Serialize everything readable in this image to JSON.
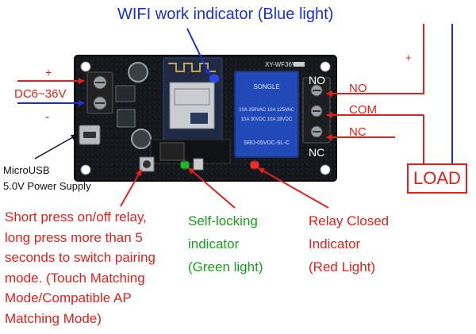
{
  "title": "WIFI work indicator (Blue light)",
  "power": {
    "plus": "+",
    "voltage": "DC6~36V",
    "minus": "-"
  },
  "usb": {
    "line1": "MicroUSB",
    "line2": "5.0V Power Supply"
  },
  "board": {
    "model": "XY-WF36V",
    "relay_lines": [
      "SONGLE",
      "SRD-05VDC-SL-C",
      "10A 250VAC 10A 125VAC",
      "10A 30VDC 10A 28VDC"
    ],
    "no_mark": "NO",
    "nc_mark": "NC"
  },
  "outputs": {
    "plus": "+",
    "no": "NO",
    "com": "COM",
    "nc": "NC"
  },
  "load": "LOAD",
  "callouts": {
    "press": [
      "Short press on/off relay,",
      "long press more than 5",
      "seconds to switch pairing",
      "mode. (Touch Matching",
      "Mode/Compatible AP",
      "Matching Mode)"
    ],
    "green": [
      "Self-locking",
      "indicator",
      "(Green light)"
    ],
    "red": [
      "Relay Closed",
      "Indicator",
      "(Red Light)"
    ]
  },
  "colors": {
    "red": "#e0201a",
    "blue": "#1c2fd6",
    "green": "#16a01c",
    "board": "#14171c"
  }
}
